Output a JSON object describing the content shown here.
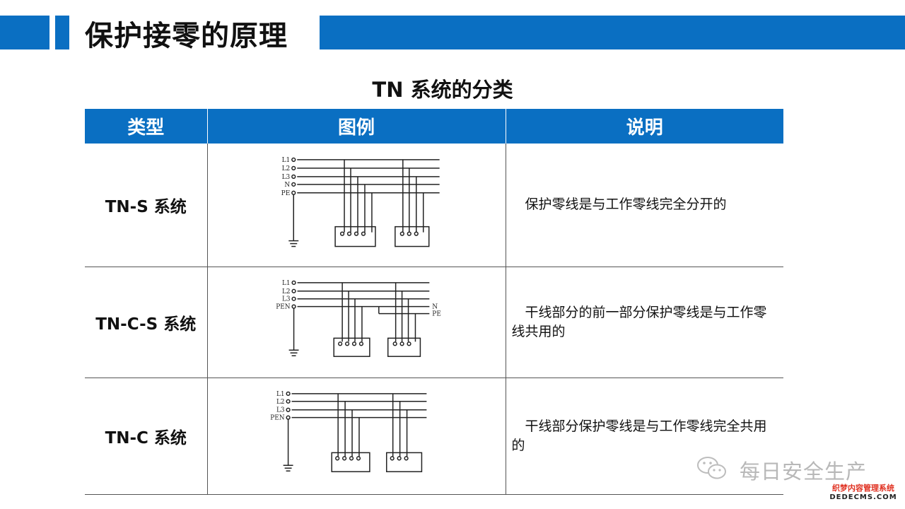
{
  "page_title": "保护接零的原理",
  "table_title": "TN 系统的分类",
  "table": {
    "headers": [
      "类型",
      "图例",
      "说明"
    ],
    "rows": [
      {
        "type": "TN-S 系统",
        "desc": "保护零线是与工作零线完全分开的",
        "labels": [
          "L1",
          "L2",
          "L3",
          "N",
          "PE"
        ]
      },
      {
        "type": "TN-C-S 系统",
        "desc": "干线部分的前一部分保护零线是与工作零线共用的",
        "labels": [
          "L1",
          "L2",
          "L3",
          "PEN",
          "N",
          "PE"
        ]
      },
      {
        "type": "TN-C 系统",
        "desc": "干线部分保护零线是与工作零线完全共用的",
        "labels": [
          "L1",
          "L2",
          "L3",
          "PEN"
        ]
      }
    ]
  },
  "watermark": {
    "account": "每日安全生产",
    "site_cn": "织梦内容管理系统",
    "site_en": "DEDECMS.COM"
  },
  "colors": {
    "header_blue": "#0a6fc2",
    "watermark_gray": "#b8b8b8",
    "corner_red": "#e03020"
  }
}
